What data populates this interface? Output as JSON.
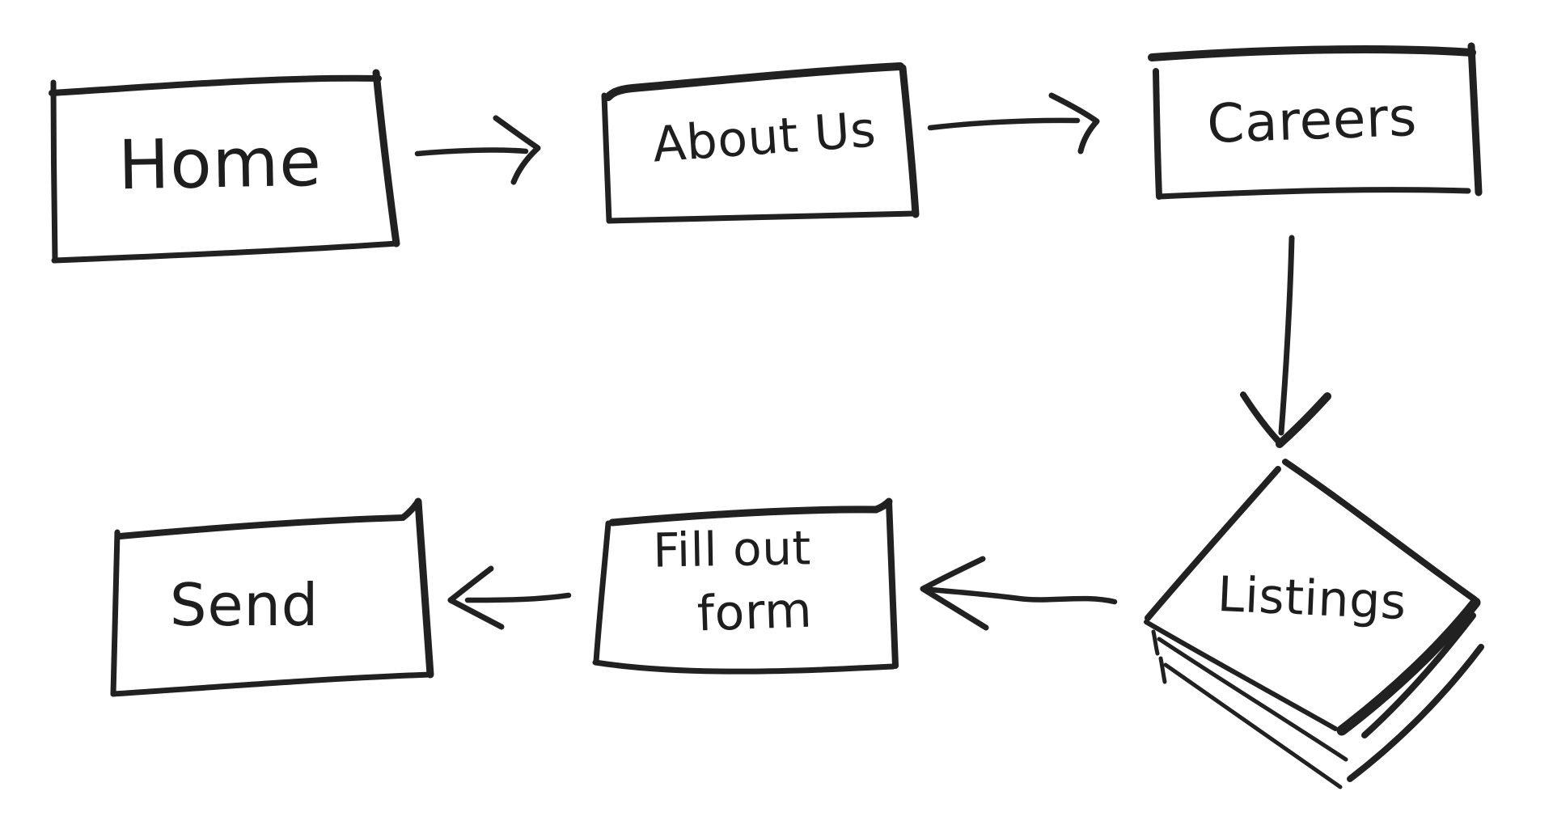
{
  "canvas": {
    "background_color": "#ffffff",
    "ink_color": "#212121",
    "style": "hand-drawn-marker-sketch"
  },
  "diagram": {
    "type": "flowchart",
    "nodes": [
      {
        "id": "home",
        "label": "Home",
        "shape": "rectangle",
        "row": "top"
      },
      {
        "id": "about-us",
        "label": "About Us",
        "shape": "rectangle",
        "row": "top"
      },
      {
        "id": "careers",
        "label": "Careers",
        "shape": "rectangle",
        "row": "top"
      },
      {
        "id": "listings",
        "label": "Listings",
        "shape": "stacked-diamond-pages",
        "row": "bottom"
      },
      {
        "id": "fill-out-form",
        "label": "Fill out form",
        "label_line1": "Fill out",
        "label_line2": "form",
        "shape": "rectangle",
        "row": "bottom"
      },
      {
        "id": "send",
        "label": "Send",
        "shape": "rectangle",
        "row": "bottom"
      }
    ],
    "edges": [
      {
        "from": "home",
        "to": "about-us",
        "direction": "right"
      },
      {
        "from": "about-us",
        "to": "careers",
        "direction": "right"
      },
      {
        "from": "careers",
        "to": "listings",
        "direction": "down"
      },
      {
        "from": "listings",
        "to": "fill-out-form",
        "direction": "left"
      },
      {
        "from": "fill-out-form",
        "to": "send",
        "direction": "left"
      }
    ]
  }
}
